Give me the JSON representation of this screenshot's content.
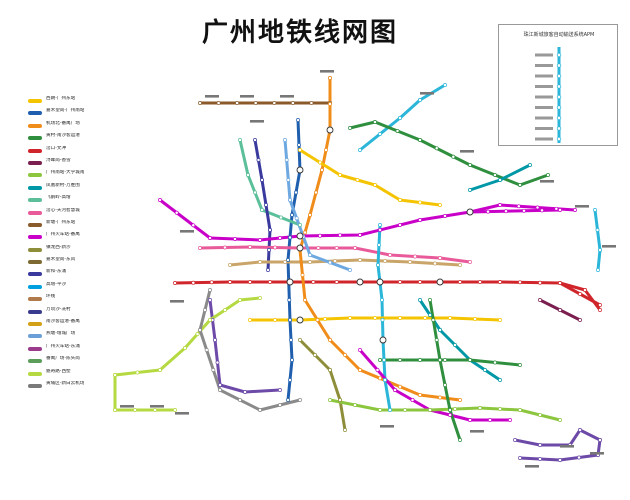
{
  "title": "广州地铁线网图",
  "inset": {
    "title": "珠江新城旅客自动输送系统APM",
    "line_color": "#2bb6d9"
  },
  "legend": [
    {
      "text": "西朗-广州东站",
      "color": "#f5c400"
    },
    {
      "text": "嘉禾望岗-广州南站",
      "color": "#1f5fae"
    },
    {
      "text": "机场北-番禺广场",
      "color": "#f08c1a"
    },
    {
      "text": "黄村-南沙客运港",
      "color": "#2f8f3f"
    },
    {
      "text": "滘口-文冲",
      "color": "#d0252b"
    },
    {
      "text": "浔峰岗-香雪",
      "color": "#7a1f4f"
    },
    {
      "text": "广州南站-大学城南",
      "color": "#8cc63f"
    },
    {
      "text": "凤凰新村-万胜围",
      "color": "#0098a6"
    },
    {
      "text": "飞鹅岭-高增",
      "color": "#5bbf9a"
    },
    {
      "text": "滘心-天河智慧城",
      "color": "#e95a9a"
    },
    {
      "text": "新塘-广州东站",
      "color": "#8b5a2b"
    },
    {
      "text": "广州火车站-番禺",
      "color": "#c800c8"
    },
    {
      "text": "镇龙西-新沙",
      "color": "#8e8e3a"
    },
    {
      "text": "嘉禾望岗-东风",
      "color": "#7d6a32"
    },
    {
      "text": "新和-东涌",
      "color": "#3a3a9e"
    },
    {
      "text": "高增-平沙",
      "color": "#00a0e0"
    },
    {
      "text": "环线",
      "color": "#b07a4a"
    },
    {
      "text": "万顷沙-冼村",
      "color": "#3a3a8f"
    },
    {
      "text": "南沙客运港-番禺",
      "color": "#d4a017"
    },
    {
      "text": "燕塘-增城广场",
      "color": "#6a9fd8"
    },
    {
      "text": "广州火车站-东涌",
      "color": "#9c3a8c"
    },
    {
      "text": "番禺广场-陈头岗",
      "color": "#5a9e5a"
    },
    {
      "text": "魁奇路-西塱",
      "color": "#b5d940"
    },
    {
      "text": "黄埔区-新白云机场",
      "color": "#7a7a7a"
    }
  ],
  "map": {
    "colors": {
      "yellow": "#f5c400",
      "blue": "#1f5fae",
      "orange": "#f08c1a",
      "green": "#2f8f3f",
      "red": "#d0252b",
      "maroon": "#7a1f4f",
      "lime": "#8cc63f",
      "teal": "#0098a6",
      "aqua": "#5bbf9a",
      "pink": "#e95a9a",
      "brown": "#8b5a2b",
      "magenta": "#c800c8",
      "olive": "#8e8e3a",
      "purple": "#6d4aa8",
      "grey": "#8a8a8a",
      "cyan": "#2bb6d9",
      "tan": "#c9a56a",
      "lightblue": "#6ea8e0",
      "navy": "#3a3a9e",
      "lightgreen": "#b5d940"
    }
  }
}
